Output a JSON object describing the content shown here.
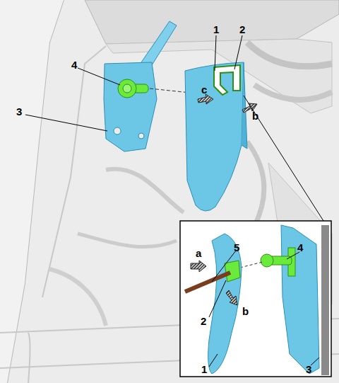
{
  "diagram": {
    "labels": [
      "4",
      "1",
      "2",
      "3",
      "c",
      "b",
      "a",
      "5",
      "4",
      "2",
      "b",
      "1",
      "3"
    ]
  }
}
